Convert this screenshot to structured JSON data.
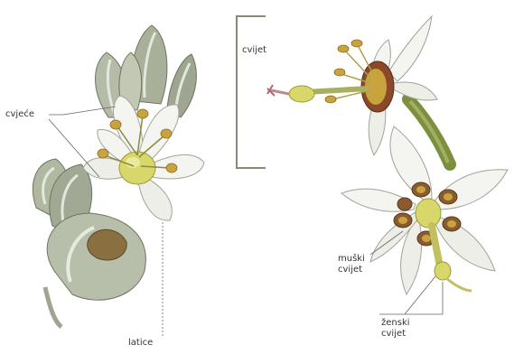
{
  "labels": {
    "cvjecje": "cvjeće",
    "latice": "latice",
    "cvijet": "cvijet",
    "muski_line1": "muški",
    "muski_line2": "cvijet",
    "zenski_line1": "ženski",
    "zenski_line2": "cvijet"
  },
  "colors": {
    "petal": "#f4f4f0",
    "petal_shade": "#c9ccc4",
    "bud": "#a8b09a",
    "bud_dark": "#6d7560",
    "ovary": "#d8d86a",
    "anther": "#c9a43e",
    "stamen_brown": "#8a4a2a",
    "stem": "#7d8f3e",
    "leader": "#666666",
    "bracket": "#8a8a70"
  }
}
